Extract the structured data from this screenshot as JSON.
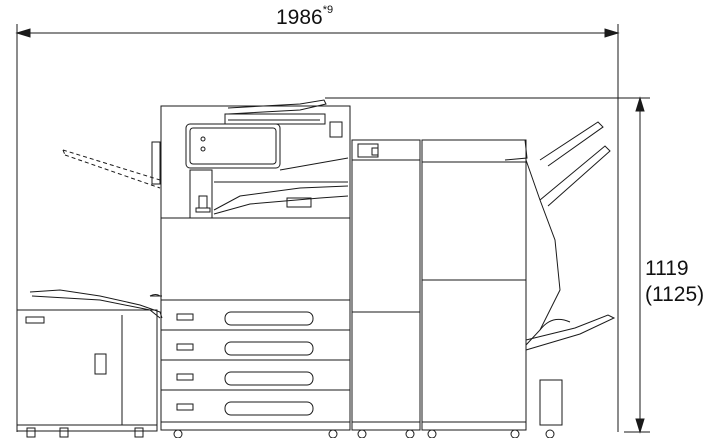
{
  "dimensions": {
    "width_value": "1986",
    "width_note": "*9",
    "height_value": "1119",
    "height_alt": "(1125)"
  },
  "colors": {
    "line": "#1a1a1a",
    "paper": "#ffffff"
  }
}
